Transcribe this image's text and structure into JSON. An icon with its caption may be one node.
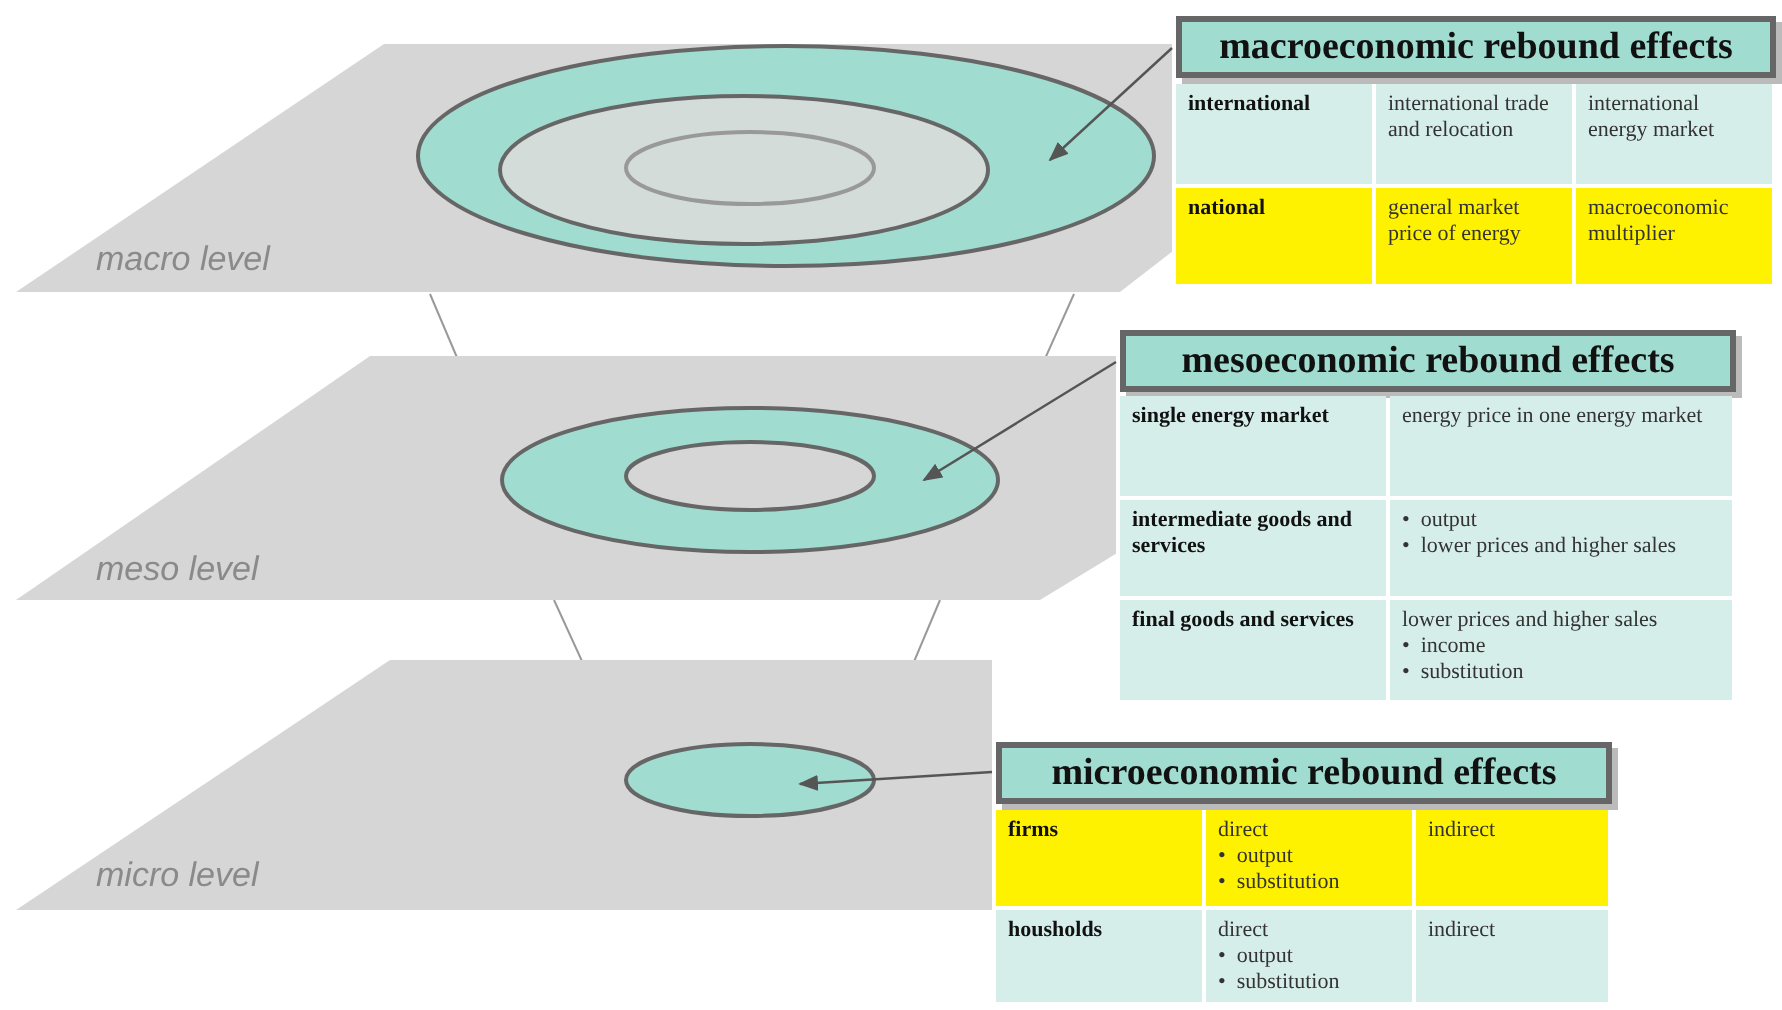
{
  "diagram": {
    "nodes": [
      {
        "text": [
          "macro level"
        ]
      },
      {
        "text": [],
        "shape": "ellipse",
        "in": 0
      },
      {
        "text": [
          "meso level"
        ]
      },
      {
        "text": [],
        "shape": "ellipse",
        "in": 2
      },
      {
        "text": [
          "micro level"
        ]
      },
      {
        "text": [],
        "shape": "ellipse",
        "in": 4
      },
      {
        "text": [
          "macroeconomic rebound effects"
        ]
      },
      {
        "text": [
          "mesoeconomic rebound effects"
        ]
      },
      {
        "text": [
          "microeconomic rebound effects"
        ]
      }
    ],
    "edges": [
      {
        "from": 6,
        "to": 1,
        "arrow": "to"
      },
      {
        "from": 7,
        "to": 3,
        "arrow": "to"
      },
      {
        "from": 8,
        "to": 5,
        "arrow": "to"
      },
      {
        "from": 0,
        "to": 3,
        "arrow": "none"
      },
      {
        "from": 0,
        "to": 3,
        "arrow": "none"
      },
      {
        "from": 2,
        "to": 5,
        "arrow": "none"
      },
      {
        "from": 2,
        "to": 5,
        "arrow": "none"
      }
    ],
    "labels": [
      "international",
      "international trade and relocation",
      "international energy market",
      "national",
      "general market price of energy",
      "macroeconomic multiplier",
      "single energy market",
      "energy price in one energy market",
      "intermediate goods and services",
      "• output",
      "• lower prices and higher sales",
      "final goods and services",
      "lower prices and higher sales",
      "• income",
      "• substitution",
      "firms",
      "direct",
      "• output",
      "• substitution",
      "indirect",
      "housholds",
      "direct",
      "• output",
      "• substitution",
      "indirect"
    ]
  }
}
